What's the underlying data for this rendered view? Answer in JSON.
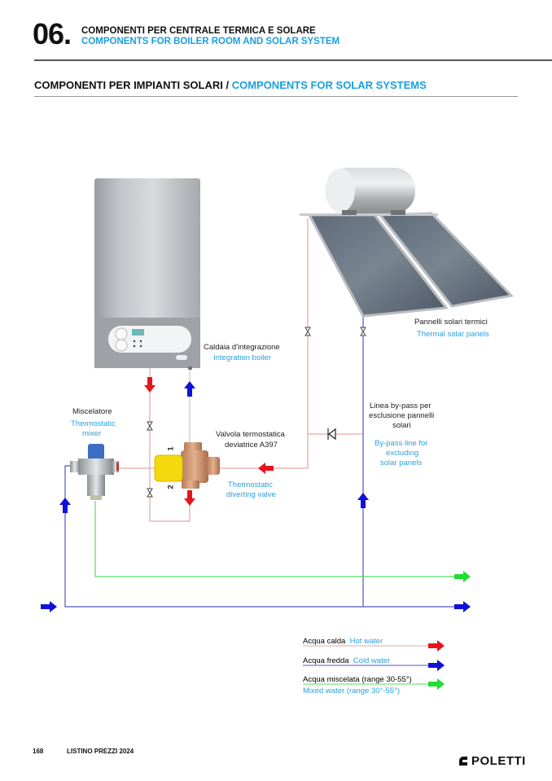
{
  "header": {
    "section_number": "06.",
    "section_title_it": "COMPONENTI PER CENTRALE TERMICA E SOLARE",
    "section_title_en": "COMPONENTS FOR BOILER ROOM AND SOLAR SYSTEM"
  },
  "subheader": {
    "title_it": "COMPONENTI PER IMPIANTI SOLARI / ",
    "title_en": "COMPONENTS FOR SOLAR SYSTEMS"
  },
  "diagram": {
    "boiler": {
      "label_it": "Caldaia d'integrazione",
      "label_en": "Integration boiler"
    },
    "solar_panels": {
      "label_it": "Pannelli solari termici",
      "label_en": "Thermal solar panels"
    },
    "mixer": {
      "label_it": "Miscelatore",
      "label_en_1": "Thermostatic",
      "label_en_2": "mixer"
    },
    "diverting_valve": {
      "label_it_1": "Valvola termostatica",
      "label_it_2": "deviatrice A397",
      "label_en_1": "Thermostatic",
      "label_en_2": "diverting valve",
      "port_1": "1",
      "port_2": "2"
    },
    "bypass": {
      "label_it_1": "Linea by-pass per",
      "label_it_2": "esclusione pannelli",
      "label_it_3": "solari",
      "label_en_1": "By-pass line for",
      "label_en_2": "excluding",
      "label_en_3": "solar panels"
    }
  },
  "legend": {
    "items": [
      {
        "label_it": "Acqua calda",
        "label_en": "Hot water",
        "color": "#e8141c"
      },
      {
        "label_it": "Acqua fredda",
        "label_en": "Cold water",
        "color": "#1010d8"
      },
      {
        "label_it": "Acqua miscelata (range 30-55°)",
        "label_en": "Mixed water (range 30°-55°)",
        "color": "#22dd33"
      }
    ]
  },
  "colors": {
    "hot_line": "#e6a6a6",
    "cold_line": "#5555c0",
    "mixed_line": "#55dd66",
    "accent_blue": "#1a9fe0"
  },
  "footer": {
    "page_number": "168",
    "catalog_title": "LISTINO PREZZI 2024",
    "brand": "POLETTI"
  }
}
